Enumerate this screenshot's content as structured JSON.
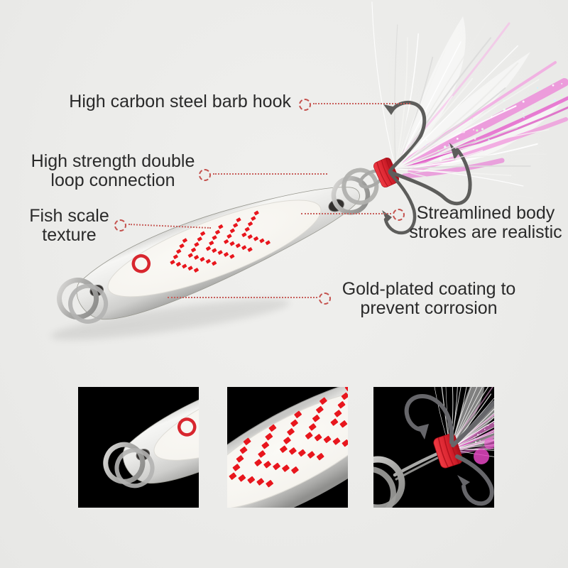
{
  "page": {
    "background": "#ebebe9"
  },
  "colors": {
    "text": "#2a2a2a",
    "marker_red": "#c4524e",
    "leader_red": "#c75f5b",
    "pattern_red": "#e8161d",
    "eye_red": "#d8262e",
    "wrap_red": "#d8232e",
    "tinsel_pink": "#ec7ad6",
    "feather_white": "#ffffff",
    "silver": "#d9d9d7",
    "thumb_bg": "#000000"
  },
  "annotations": [
    {
      "id": "hook",
      "lines": [
        "High carbon steel barb hook"
      ]
    },
    {
      "id": "loop",
      "lines": [
        "High strength double",
        "loop connection"
      ]
    },
    {
      "id": "scale",
      "lines": [
        "Fish scale",
        "texture"
      ]
    },
    {
      "id": "body",
      "lines": [
        "Streamlined body",
        "strokes are realistic"
      ]
    },
    {
      "id": "coating",
      "lines": [
        "Gold-plated coating to",
        "prevent corrosion"
      ]
    }
  ],
  "scale_pattern": {
    "chevrons": 5,
    "dots_per_leg": 5,
    "color": "#e8161d"
  },
  "thumbnails": [
    {
      "id": "tail-ring-closeup"
    },
    {
      "id": "scale-pattern-closeup"
    },
    {
      "id": "hook-feather-closeup"
    }
  ]
}
